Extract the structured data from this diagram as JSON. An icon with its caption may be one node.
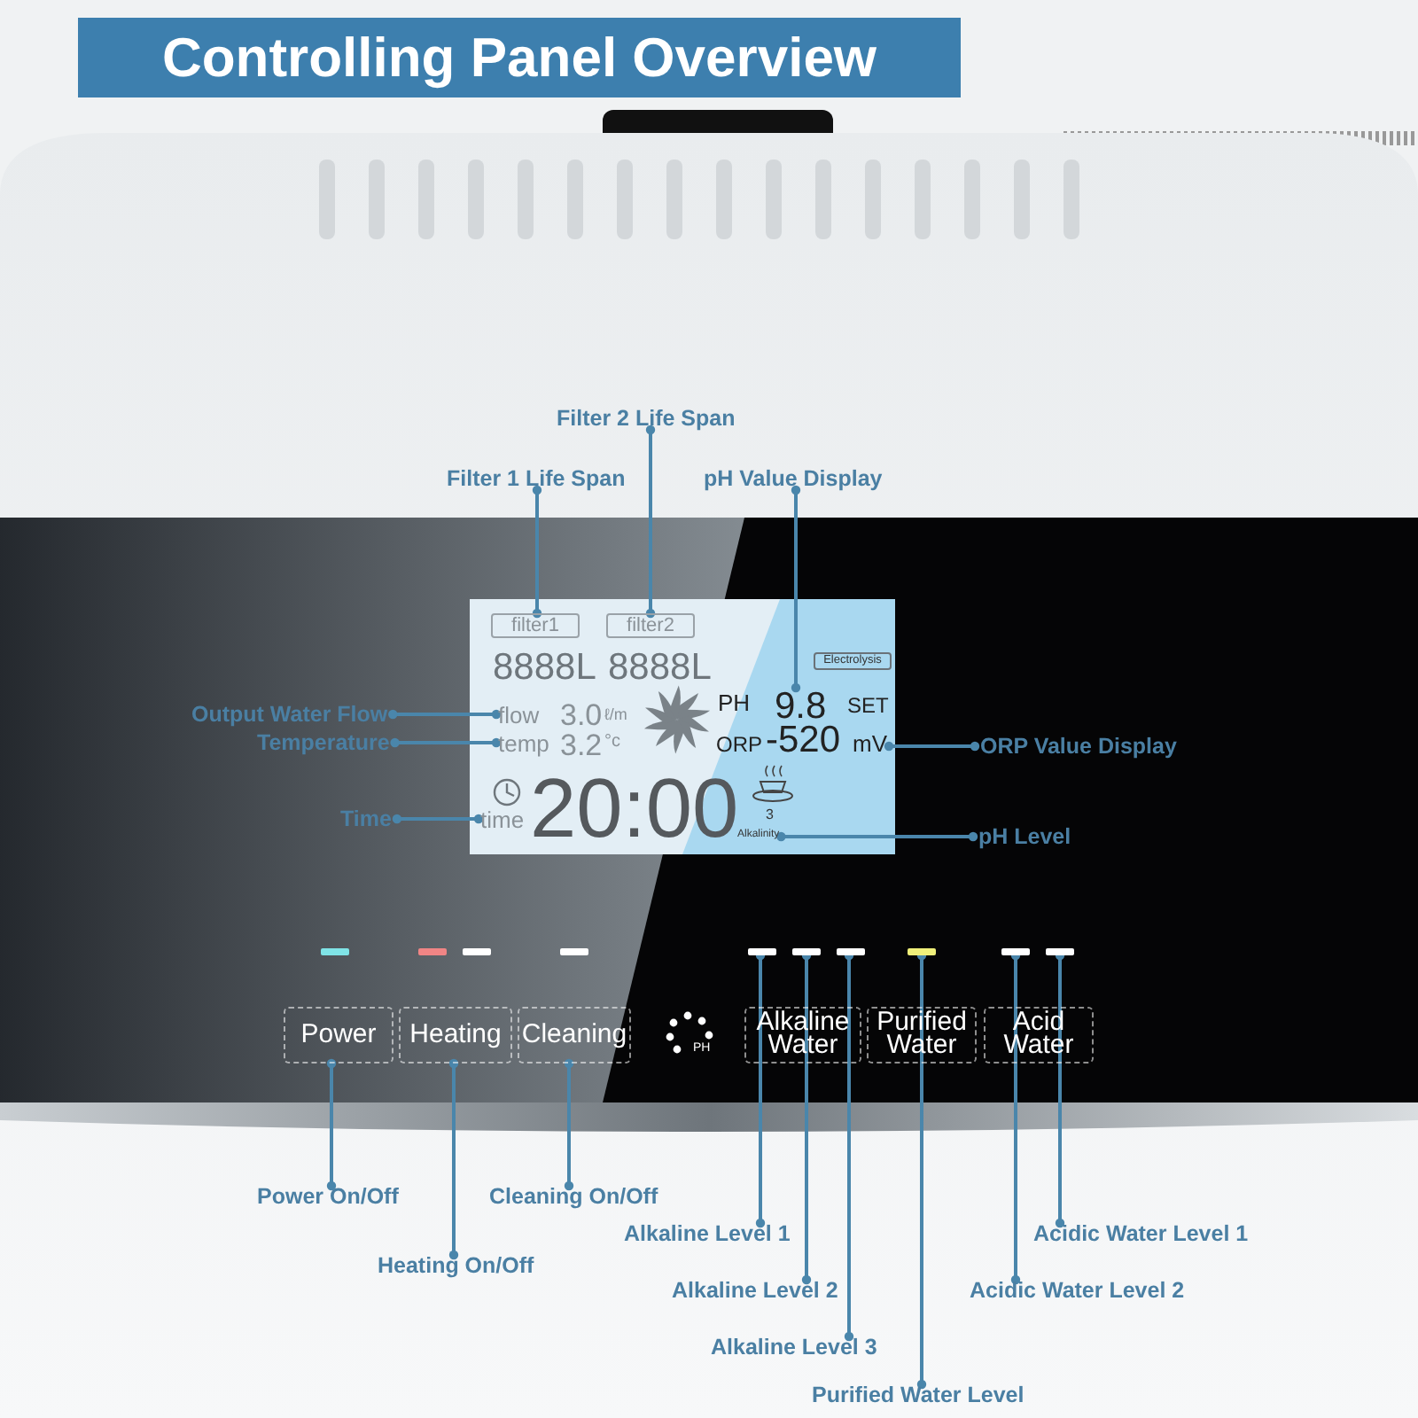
{
  "diagram": {
    "title": "Controlling Panel Overview",
    "nodes": [
      {
        "text": [
          "Filter 2 Life Span"
        ]
      },
      {
        "text": [
          "Filter 1 Life Span"
        ]
      },
      {
        "text": [
          "pH Value Display"
        ]
      },
      {
        "text": [
          "filter1"
        ]
      },
      {
        "text": [
          "filter2"
        ]
      },
      {
        "text": [
          "Electrolysis"
        ]
      },
      {
        "text": [
          "Output Water Flow"
        ]
      },
      {
        "text": [
          "flow"
        ]
      },
      {
        "text": [
          "9.8"
        ]
      },
      {
        "text": [
          "Temperature"
        ]
      },
      {
        "text": [
          "temp"
        ]
      },
      {
        "text": [
          "mV"
        ]
      },
      {
        "text": [
          "ORP Value Display"
        ]
      },
      {
        "text": [
          "Time"
        ]
      },
      {
        "text": [
          "time"
        ]
      },
      {
        "text": [
          "Alkalinity"
        ]
      },
      {
        "text": [
          "pH Level"
        ]
      },
      {
        "text": [],
        "shape": "bar"
      },
      {
        "text": [],
        "shape": "bar"
      },
      {
        "text": [],
        "shape": "bar"
      },
      {
        "text": [],
        "shape": "bar"
      },
      {
        "text": [],
        "shape": "bar"
      },
      {
        "text": [],
        "shape": "bar"
      },
      {
        "text": [],
        "shape": "bar"
      },
      {
        "text": [],
        "shape": "bar"
      },
      {
        "text": [],
        "shape": "bar"
      },
      {
        "text": [],
        "shape": "bar"
      },
      {
        "text": [
          "Power"
        ]
      },
      {
        "text": [
          "Heating"
        ]
      },
      {
        "text": [
          "Cleaning"
        ]
      },
      {
        "text": [
          "Alkaline Water"
        ]
      },
      {
        "text": [
          "Purified Water"
        ]
      },
      {
        "text": [
          "Acid Water"
        ]
      },
      {
        "text": [
          "Power On/Off"
        ]
      },
      {
        "text": [
          "Cleaning On/Off"
        ]
      },
      {
        "text": [
          "Heating On/Off"
        ]
      },
      {
        "text": [
          "Alkaline Level 1"
        ]
      },
      {
        "text": [
          "Acidic Water Level 1"
        ]
      },
      {
        "text": [
          "Alkaline Level 2"
        ]
      },
      {
        "text": [
          "Acidic Water Level 2"
        ]
      },
      {
        "text": [
          "Alkaline Level 3"
        ]
      },
      {
        "text": [
          "Purified Water Level"
        ]
      }
    ],
    "edges": [
      {
        "from": 0,
        "to": 4,
        "arrow": "other"
      },
      {
        "from": 1,
        "to": 3,
        "arrow": "other"
      },
      {
        "from": 2,
        "to": 8,
        "arrow": "other"
      },
      {
        "from": 6,
        "to": 7,
        "arrow": "other"
      },
      {
        "from": 9,
        "to": 10,
        "arrow": "other"
      },
      {
        "from": 12,
        "to": 11,
        "arrow": "other"
      },
      {
        "from": 13,
        "to": 14,
        "arrow": "other"
      },
      {
        "from": 16,
        "to": 15,
        "arrow": "other"
      },
      {
        "from": 33,
        "to": 27,
        "arrow": "other"
      },
      {
        "from": 34,
        "to": 29,
        "arrow": "other"
      },
      {
        "from": 35,
        "to": 28,
        "arrow": "other"
      },
      {
        "from": 36,
        "to": 21,
        "arrow": "other"
      },
      {
        "from": 37,
        "to": 26,
        "arrow": "other"
      },
      {
        "from": 38,
        "to": 22,
        "arrow": "other"
      },
      {
        "from": 39,
        "to": 25,
        "arrow": "other"
      },
      {
        "from": 40,
        "to": 23,
        "arrow": "other"
      },
      {
        "from": 41,
        "to": 24,
        "arrow": "other"
      }
    ],
    "labels": [
      "8888L",
      "8888L",
      "3.0",
      "ℓ/m",
      "3.2",
      "°c",
      "20:00",
      "PH",
      "SET",
      "ORP",
      "-520",
      "3",
      "PH"
    ]
  }
}
